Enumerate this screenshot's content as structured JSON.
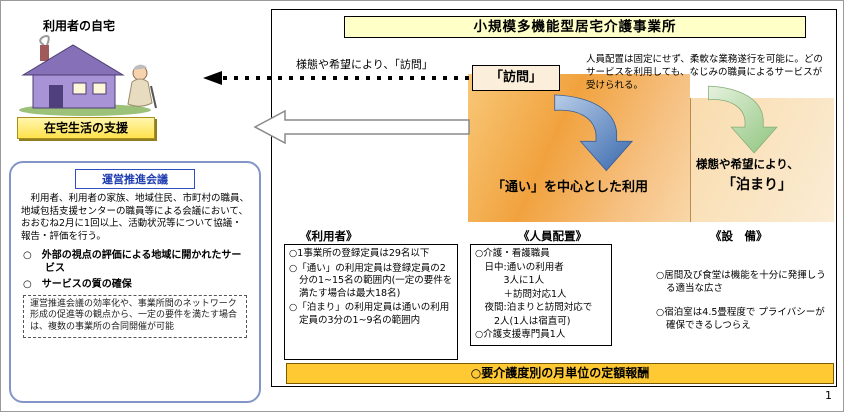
{
  "page": {
    "number": "1"
  },
  "home": {
    "label": "利用者の自宅",
    "banner": "在宅生活の支援"
  },
  "council": {
    "title": "運営推進会議",
    "body": "　利用者、利用者の家族、地域住民、市町村の職員、地域包括支援センターの職員等による会議において、おおむね2月に1回以上、活動状況等について協議・報告・評価を行う。",
    "bullets": [
      "○　外部の視点の評価による地域に開かれたサービス",
      "○　サービスの質の確保"
    ],
    "note": "運営推進会議の効率化や、事業所間のネットワーク形成の促進等の観点から、一定の要件を満たす場合は、複数の事業所の合同開催が可能"
  },
  "facility": {
    "title": "小規模多機能型居宅介護事業所",
    "visit_note": "様態や希望により、「訪問」",
    "flexible_note": "人員配置は固定にせず、柔軟な業務遂行を可能に。どのサービスを利用しても、なじみの職員によるサービスが受けられる。",
    "visit_box": "「訪問」",
    "center_label": "「通い」を中心とした利用",
    "stay_note": "様態や希望により、",
    "stay_label": "「泊まり」",
    "columns": [
      {
        "header": "《利用者》",
        "items": [
          "○1事業所の登録定員は29名以下",
          "○「通い」の利用定員は登録定員の2分の1~15名の範囲内(一定の要件を満たす場合は最大18名)",
          "○「泊まり」の利用定員は通いの利用定員の3分の1~9名の範囲内"
        ]
      },
      {
        "header": "《人員配置》",
        "lines": [
          "○介護・看護職員",
          "　日中:通いの利用者",
          "　　　3人に1人",
          "　　　＋訪問対応1人",
          "　夜間:泊まりと訪問対応で",
          "　　2人(1人は宿直可)",
          "○介護支援専門員1人"
        ]
      },
      {
        "header": "《設　備》",
        "items": [
          "○居間及び食堂は機能を十分に発揮しうる適当な広さ",
          "○宿泊室は4.5畳程度で プライバシーが確保できるしつらえ"
        ]
      }
    ],
    "bottom_bar": "○要介護度別の月単位の定額報酬"
  },
  "colors": {
    "title_bg": "#FFFFC8",
    "orange_dark": "#F1A23E",
    "orange_light": "#FBECD4",
    "bottom_bar_bg": "#FFC933",
    "council_accent": "#2D4FC0",
    "arrow_blue": "#3A6AAE",
    "arrow_green": "#8FC47E"
  }
}
